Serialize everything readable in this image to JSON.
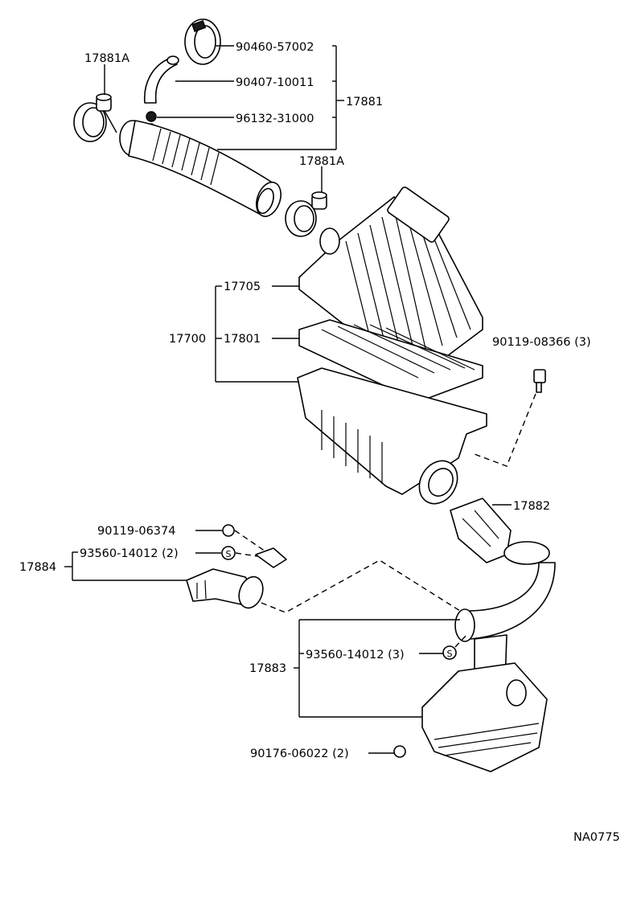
{
  "diagram_id": "NA0775",
  "callouts": {
    "p90460": "90460-57002",
    "p90407": "90407-10011",
    "p96132": "96132-31000",
    "p17881": "17881",
    "p17881a_top": "17881A",
    "p17881a_mid": "17881A",
    "p17705": "17705",
    "p17700": "17700",
    "p17801": "17801",
    "p90119_08366": "90119-08366 (3)",
    "p17882": "17882",
    "p90119_06374": "90119-06374",
    "p93560_a": "93560-14012 (2)",
    "p17884": "17884",
    "p93560_b": "93560-14012 (3)",
    "p17883": "17883",
    "p90176": "90176-06022 (2)"
  },
  "symbols": {
    "s_marker": "S"
  }
}
